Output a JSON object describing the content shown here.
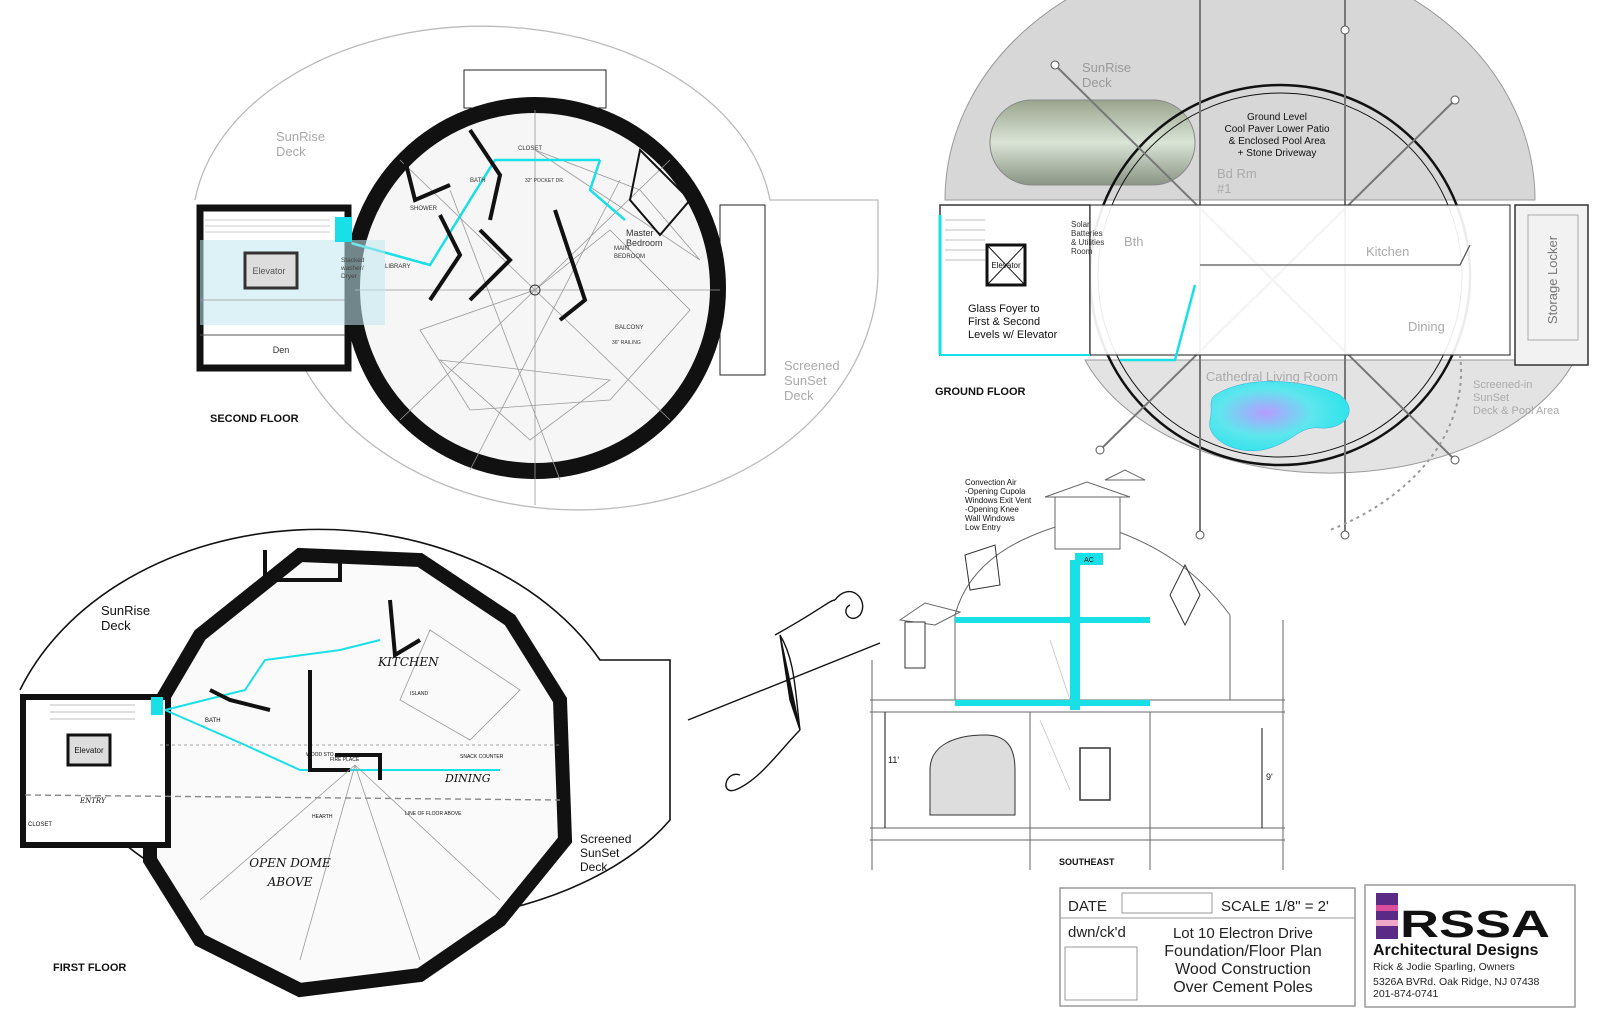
{
  "second_floor": {
    "title": "SECOND FLOOR",
    "sunrise_deck": [
      "SunRise",
      "Deck"
    ],
    "screened_deck": [
      "Screened",
      "SunSet",
      "Deck"
    ],
    "elevator": "Elevator",
    "stacked": [
      "Stacked",
      "washer/",
      "Dryer"
    ],
    "den": "Den",
    "master": [
      "Master",
      "Bedroom"
    ],
    "main_bedroom": [
      "MAIN",
      "BEDROOM"
    ],
    "closet": "CLOSET",
    "bath": "BATH",
    "shower": "SHOWER",
    "library": "LIBRARY",
    "balcony": "BALCONY",
    "pocket_dr": "32\" POCKET DR.",
    "railing": "36\" RAILING"
  },
  "ground_floor": {
    "title": "GROUND FLOOR",
    "sunrise_deck": [
      "SunRise",
      "Deck"
    ],
    "patio": [
      "Ground Level",
      "Cool Paver Lower Patio",
      "& Enclosed Pool Area",
      "+ Stone Driveway"
    ],
    "bd_rm": [
      "Bd Rm",
      "#1"
    ],
    "solar": [
      "Solar",
      "Batteries",
      "& Utilities",
      "Room"
    ],
    "elevator": "Elevator",
    "bth": "Bth",
    "kitchen": "Kitchen",
    "dining": "Dining",
    "storage": "Storage Locker",
    "foyer": [
      "Glass Foyer to",
      "First & Second",
      "Levels w/ Elevator"
    ],
    "living": "Cathedral Living Room",
    "screened": [
      "Screened-in",
      "SunSet",
      "Deck & Pool Area"
    ]
  },
  "first_floor": {
    "title": "FIRST FLOOR",
    "sunrise_deck": [
      "SunRise",
      "Deck"
    ],
    "screened_deck": [
      "Screened",
      "SunSet",
      "Deck"
    ],
    "elevator": "Elevator",
    "kitchen": "KITCHEN",
    "dining": "DINING",
    "entry": "ENTRY",
    "bath": "BATH",
    "closet": "CLOSET",
    "open_dome": [
      "OPEN DOME",
      "ABOVE"
    ],
    "island": "ISLAND",
    "fireplace": "FIRE PLACE",
    "snack_counter": "SNACK COUNTER",
    "line_floor_above": "LINE OF FLOOR ABOVE",
    "hearth": "HEARTH",
    "wood_sto": "WOOD STO."
  },
  "section": {
    "title": "SOUTHEAST",
    "convection": [
      "Convection Air",
      "-Opening Cupola",
      "Windows Exit Vent",
      "-Opening Knee",
      "Wall Windows",
      "Low Entry"
    ],
    "ac": "AC",
    "height_left": "11'",
    "height_right": "9'"
  },
  "title_block": {
    "date_label": "DATE",
    "scale": "SCALE 1/8\" = 2'",
    "dwn": "dwn/ck'd",
    "project": [
      "Lot 10 Electron Drive",
      "Foundation/Floor Plan",
      "Wood Construction",
      "Over Cement Poles"
    ],
    "logo_text": "RSSA",
    "firm": "Architectural Designs",
    "owners": "Rick & Jodie Sparling, Owners",
    "address": "5326A BVRd. Oak Ridge, NJ 07438",
    "phone": "201-874-0741"
  },
  "colors": {
    "accent": "#19e0e6",
    "wall": "#111111",
    "logo_purple": "#5b2a86"
  }
}
